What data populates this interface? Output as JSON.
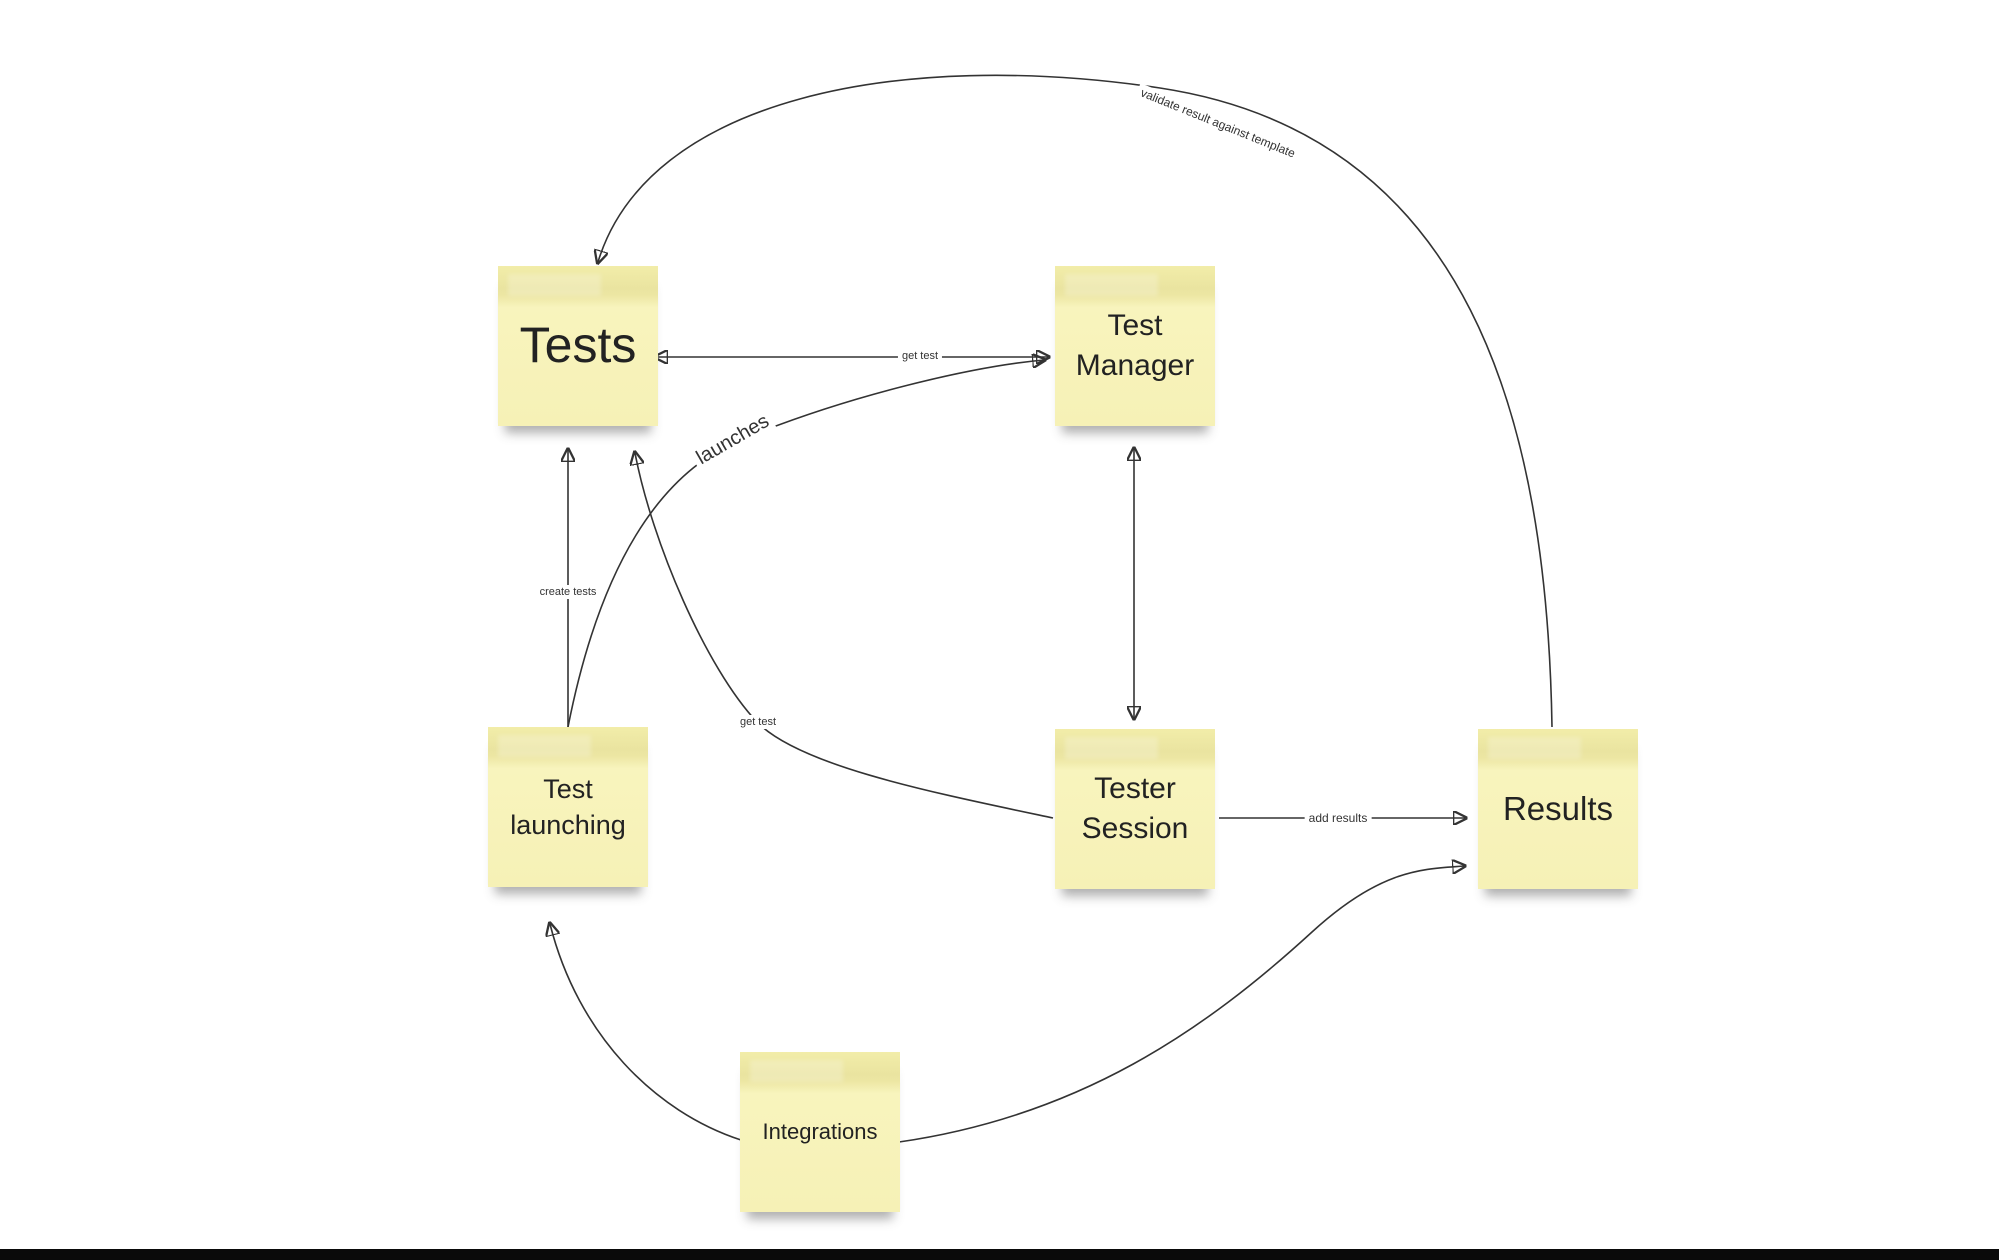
{
  "diagram": {
    "type": "sticky-note-flow",
    "notes": [
      {
        "id": "tests",
        "label": "Tests"
      },
      {
        "id": "test-manager",
        "label": "Test Manager"
      },
      {
        "id": "test-launching",
        "label": "Test launching"
      },
      {
        "id": "tester-session",
        "label": "Tester Session"
      },
      {
        "id": "results",
        "label": "Results"
      },
      {
        "id": "integrations",
        "label": "Integrations"
      }
    ],
    "edges": [
      {
        "from": "tests",
        "to": "test-manager",
        "label": "get test",
        "bidirectional": true
      },
      {
        "from": "test-launching",
        "to": "test-manager",
        "label": "launches",
        "bidirectional": false
      },
      {
        "from": "test-launching",
        "to": "tests",
        "label": "create tests",
        "bidirectional": false
      },
      {
        "from": "tester-session",
        "to": "tests",
        "label": "get test",
        "bidirectional": false
      },
      {
        "from": "test-manager",
        "to": "tester-session",
        "label": "",
        "bidirectional": true
      },
      {
        "from": "tester-session",
        "to": "results",
        "label": "add results",
        "bidirectional": false
      },
      {
        "from": "results",
        "to": "tests",
        "label": "validate result against template",
        "bidirectional": false
      },
      {
        "from": "integrations",
        "to": "test-launching",
        "label": "",
        "bidirectional": false
      },
      {
        "from": "integrations",
        "to": "results",
        "label": "",
        "bidirectional": false
      }
    ],
    "colors": {
      "background": "#ffffff",
      "note_fill": "#f6f1b6",
      "note_fill_top": "#eae4a0",
      "note_text": "#222222",
      "edge_line": "#333333",
      "edge_label_text": "#333333",
      "bottom_bar": "#0a0a0a"
    }
  }
}
